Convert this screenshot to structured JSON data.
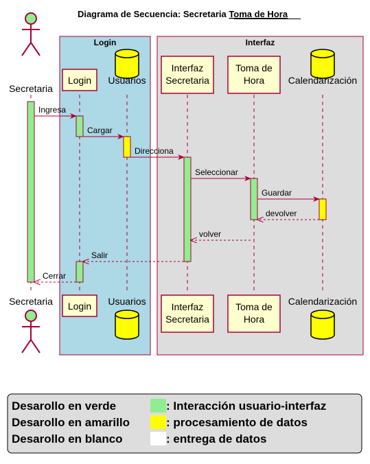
{
  "title": {
    "prefix": "Diagrama de Secuencia: Secretaria ",
    "underlined": "Toma de Hora"
  },
  "boxes": [
    {
      "id": "login",
      "label": "Login",
      "color": "#add8e6"
    },
    {
      "id": "interfaz",
      "label": "Interfaz",
      "color": "#dddddd"
    }
  ],
  "participants": [
    {
      "id": "secretaria",
      "type": "actor",
      "label": "Secretaria"
    },
    {
      "id": "login",
      "type": "participant",
      "label": "Login"
    },
    {
      "id": "usuarios",
      "type": "database",
      "label": "Usuarios"
    },
    {
      "id": "interfaz",
      "type": "participant",
      "label": "Interfaz\nSecretaria"
    },
    {
      "id": "toma",
      "type": "participant",
      "label": "Toma de\nHora"
    },
    {
      "id": "calendarizacion",
      "type": "database",
      "label": "Calendarización"
    }
  ],
  "messages": [
    {
      "from": "secretaria",
      "to": "login",
      "label": "Ingresa",
      "style": "solid"
    },
    {
      "from": "login",
      "to": "usuarios",
      "label": "Cargar",
      "style": "solid"
    },
    {
      "from": "usuarios",
      "to": "interfaz",
      "label": "Direcciona",
      "style": "solid"
    },
    {
      "from": "interfaz",
      "to": "toma",
      "label": "Seleccionar",
      "style": "solid"
    },
    {
      "from": "toma",
      "to": "calendarizacion",
      "label": "Guardar",
      "style": "solid"
    },
    {
      "from": "calendarizacion",
      "to": "toma",
      "label": "devolver",
      "style": "dashed"
    },
    {
      "from": "toma",
      "to": "interfaz",
      "label": "volver",
      "style": "dashed"
    },
    {
      "from": "interfaz",
      "to": "login",
      "label": "Salir",
      "style": "dashed"
    },
    {
      "from": "login",
      "to": "secretaria",
      "label": "Cerrar",
      "style": "dashed"
    }
  ],
  "activations": [
    {
      "participant": "secretaria",
      "color": "#90ee90",
      "from_msg": 0,
      "to_msg": 8
    },
    {
      "participant": "login",
      "color": "#90ee90",
      "from_msg": 0,
      "to_msg": 1
    },
    {
      "participant": "usuarios",
      "color": "#ffff00",
      "from_msg": 1,
      "to_msg": 2
    },
    {
      "participant": "interfaz",
      "color": "#90ee90",
      "from_msg": 2,
      "to_msg": 7
    },
    {
      "participant": "toma",
      "color": "#90ee90",
      "from_msg": 3,
      "to_msg": 5
    },
    {
      "participant": "calendarizacion",
      "color": "#ffff00",
      "from_msg": 4,
      "to_msg": 5
    },
    {
      "participant": "login",
      "color": "#90ee90",
      "from_msg": 7,
      "to_msg": 8
    }
  ],
  "legend": [
    {
      "text": "Desarollo en verde",
      "swatch": "#90ee90",
      "meaning": ": Interacción usuario-interfaz"
    },
    {
      "text": "Desarollo en amarillo",
      "swatch": "#ffff00",
      "meaning": ": procesamiento de datos"
    },
    {
      "text": "Desarollo en blanco",
      "swatch": "#ffffff",
      "meaning": ": entrega de datos"
    }
  ],
  "colors": {
    "arrow": "#a80036",
    "participant_fill": "#fefece",
    "actor_fill": "#90ee90",
    "database_fill": "#ffff00"
  }
}
